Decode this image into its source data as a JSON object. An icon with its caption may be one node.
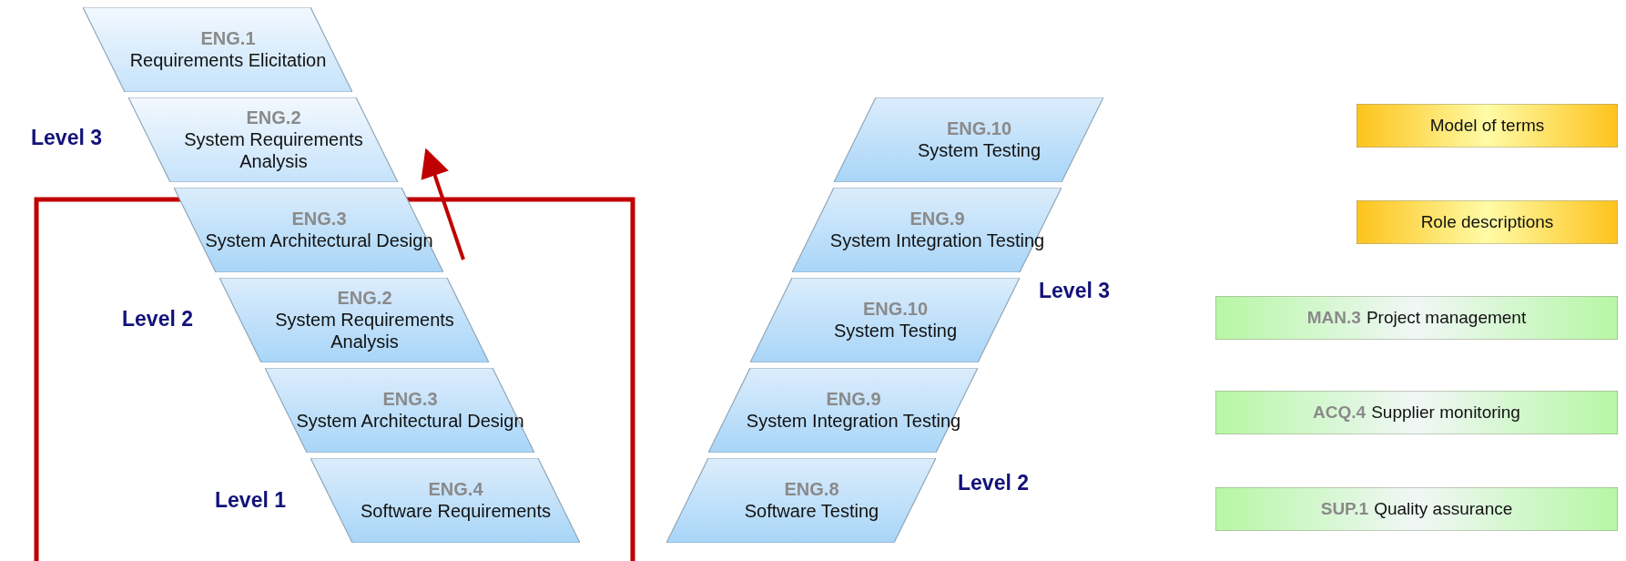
{
  "diagram": {
    "nodes": [
      {
        "text": [
          "ENG.1",
          "Requirements Elicitation"
        ]
      },
      {
        "text": [
          "ENG.2",
          "System Requirements Analysis"
        ]
      },
      {
        "text": [
          "ENG.3",
          "System Architectural Design"
        ]
      },
      {
        "text": [
          "ENG.2",
          "System Requirements Analysis"
        ]
      },
      {
        "text": [
          "ENG.3",
          "System Architectural Design"
        ]
      },
      {
        "text": [
          "ENG.4",
          "Software Requirements"
        ]
      },
      {
        "text": [
          "ENG.10",
          "System Testing"
        ]
      },
      {
        "text": [
          "ENG.9",
          "System Integration Testing"
        ]
      },
      {
        "text": [
          "ENG.10",
          "System Testing"
        ]
      },
      {
        "text": [
          "ENG.9",
          "System Integration Testing"
        ]
      },
      {
        "text": [
          "ENG.8",
          "Software Testing"
        ]
      },
      {
        "text": [
          "Model of terms"
        ]
      },
      {
        "text": [
          "Role descriptions"
        ]
      },
      {
        "text": [
          "MAN.3",
          "Project management"
        ]
      },
      {
        "text": [
          "ACQ.4",
          "Supplier monitoring"
        ]
      },
      {
        "text": [
          "SUP.1",
          "Quality assurance"
        ]
      }
    ],
    "edges": [],
    "labels": [
      "Level 3",
      "Level 2",
      "Level 1",
      "Level 3",
      "Level 2"
    ]
  }
}
